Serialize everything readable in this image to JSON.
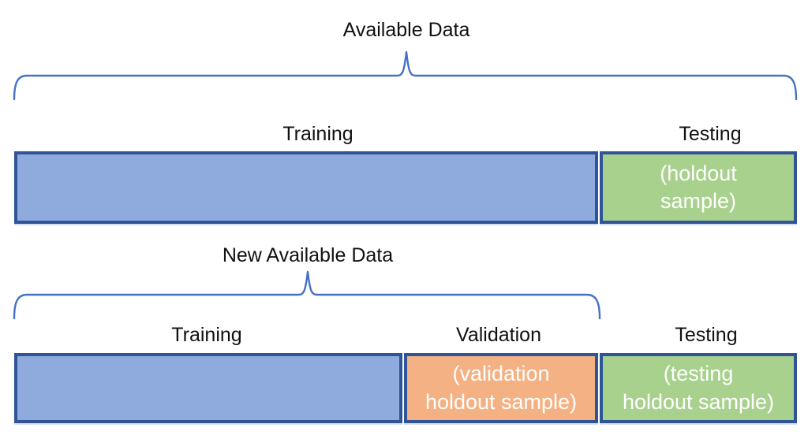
{
  "colors": {
    "blue_fill": "#8FAADC",
    "green_fill": "#A9D18E",
    "orange_fill": "#F4B183",
    "bar_border": "#2F5597",
    "brace_stroke": "#4472C4",
    "bar_text": "#FFFFFF",
    "label_text": "#111111"
  },
  "section1": {
    "brace_label": "Available Data",
    "segments": [
      {
        "name": "Training",
        "label_line1": "",
        "label_line2": ""
      },
      {
        "name": "Testing",
        "label_line1": "(holdout",
        "label_line2": "sample)"
      }
    ]
  },
  "section2": {
    "brace_label": "New Available Data",
    "segments": [
      {
        "name": "Training",
        "label_line1": "",
        "label_line2": ""
      },
      {
        "name": "Validation",
        "label_line1": "(validation",
        "label_line2": "holdout sample)"
      },
      {
        "name": "Testing",
        "label_line1": "(testing",
        "label_line2": "holdout sample)"
      }
    ]
  }
}
